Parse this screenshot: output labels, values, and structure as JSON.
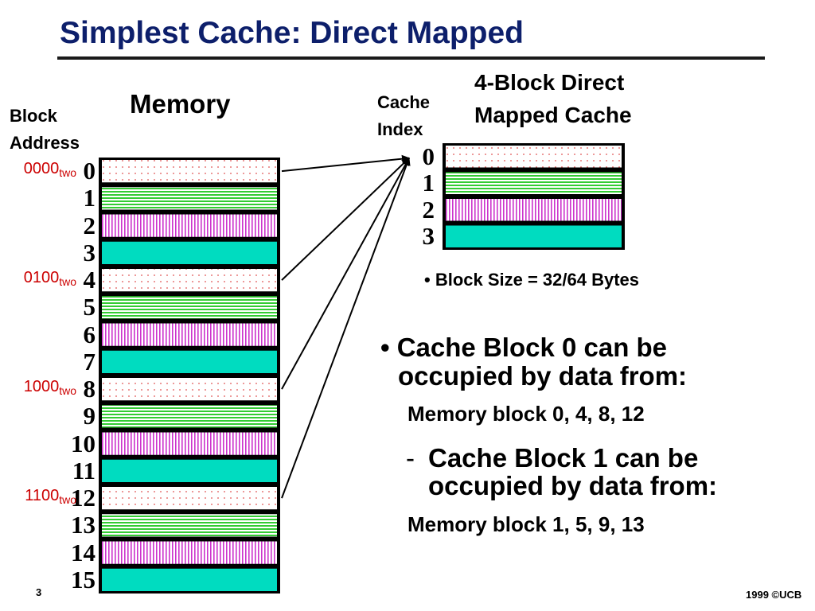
{
  "title": "Simplest Cache: Direct Mapped",
  "memory": {
    "heading": "Memory",
    "block_address_label_line1": "Block",
    "block_address_label_line2": "Address",
    "block_numbers": [
      "0",
      "1",
      "2",
      "3",
      "4",
      "5",
      "6",
      "7",
      "8",
      "9",
      "10",
      "11",
      "12",
      "13",
      "14",
      "15"
    ],
    "binary_addresses": [
      {
        "value": "0000",
        "sub": "two",
        "block": 0
      },
      {
        "value": "0100",
        "sub": "two",
        "block": 4
      },
      {
        "value": "1000",
        "sub": "two",
        "block": 8
      },
      {
        "value": "1100",
        "sub": "two",
        "block": 12
      }
    ]
  },
  "cache": {
    "index_label_line1": "Cache",
    "index_label_line2": "Index",
    "heading_line1": "4-Block Direct",
    "heading_line2": "Mapped Cache",
    "indices": [
      "0",
      "1",
      "2",
      "3"
    ],
    "block_size_note": "• Block Size = 32/64 Bytes"
  },
  "bullets": {
    "b1_line1": "• Cache Block 0 can be",
    "b1_line2": "occupied by data from:",
    "b1_sub": "Memory block 0, 4, 8, 12",
    "b2_dash": "-",
    "b2_line1": "Cache Block 1 can be",
    "b2_line2": "occupied by data from:",
    "b2_sub": "Memory block 1, 5, 9, 13"
  },
  "footer": {
    "slide_number": "3",
    "copyright": "1999 ©UCB"
  },
  "colors": {
    "title": "#0d1f6b",
    "address": "#cc0000",
    "teal_block": "#00dcc0",
    "green_stripe": "#33cc33",
    "magenta_stripe": "#cc33cc",
    "dot_pattern": "#e05050"
  },
  "block_patterns": [
    "dots",
    "green-horizontal-stripes",
    "magenta-vertical-stripes",
    "teal-solid"
  ]
}
